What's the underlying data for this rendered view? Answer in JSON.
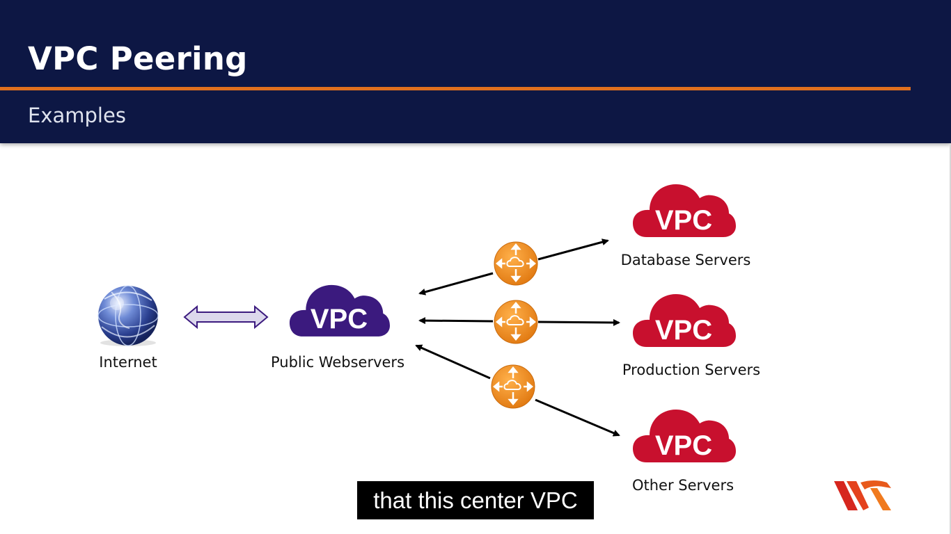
{
  "header": {
    "title": "VPC Peering",
    "subtitle": "Examples"
  },
  "diagram": {
    "internet_label": "Internet",
    "hub": {
      "badge": "VPC",
      "label": "Public Webservers"
    },
    "peers": [
      {
        "badge": "VPC",
        "label": "Database Servers"
      },
      {
        "badge": "VPC",
        "label": "Production Servers"
      },
      {
        "badge": "VPC",
        "label": "Other Servers"
      }
    ]
  },
  "caption": "that this center VPC",
  "colors": {
    "header_bg": "#0d1744",
    "accent_rule": "#e0701e",
    "hub_vpc": "#3b1a7e",
    "peer_vpc": "#c8102e",
    "peering_icon": "#f08c1e"
  },
  "icons": [
    "globe-icon",
    "peering-connection-icon",
    "vpc-cloud-icon",
    "logo-icon"
  ]
}
